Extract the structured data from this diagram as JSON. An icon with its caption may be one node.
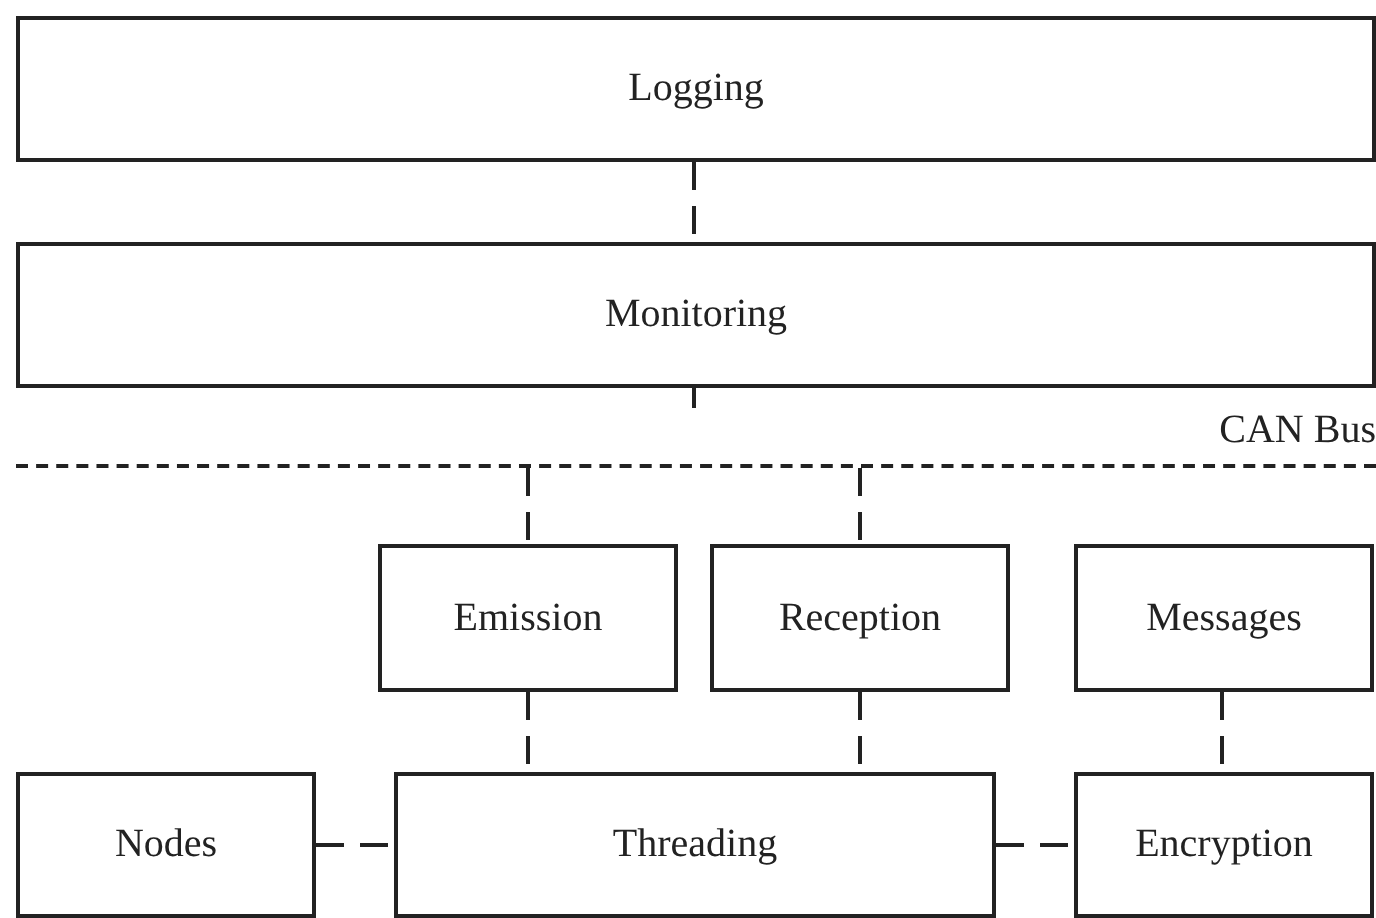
{
  "diagram": {
    "nodes": [
      {
        "text": [
          "Logging"
        ]
      },
      {
        "text": [
          "Monitoring"
        ]
      },
      {
        "text": [
          "CAN Bus"
        ]
      },
      {
        "text": [
          "Emission"
        ]
      },
      {
        "text": [
          "Reception"
        ]
      },
      {
        "text": [
          "Messages"
        ]
      },
      {
        "text": [
          "Nodes"
        ]
      },
      {
        "text": [
          "Threading"
        ]
      },
      {
        "text": [
          "Encryption"
        ]
      }
    ],
    "edges": [
      {
        "from": 0,
        "to": 1,
        "arrow": "none",
        "style": "dashed"
      },
      {
        "from": 1,
        "to": 2,
        "arrow": "none",
        "style": "dashed"
      },
      {
        "from": 2,
        "to": 3,
        "arrow": "none",
        "style": "dashed"
      },
      {
        "from": 2,
        "to": 4,
        "arrow": "none",
        "style": "dashed"
      },
      {
        "from": 3,
        "to": 7,
        "arrow": "none",
        "style": "dashed"
      },
      {
        "from": 4,
        "to": 7,
        "arrow": "none",
        "style": "dashed"
      },
      {
        "from": 5,
        "to": 8,
        "arrow": "none",
        "style": "dashed"
      },
      {
        "from": 6,
        "to": 7,
        "arrow": "none",
        "style": "dashed"
      },
      {
        "from": 7,
        "to": 8,
        "arrow": "none",
        "style": "dashed"
      }
    ]
  }
}
